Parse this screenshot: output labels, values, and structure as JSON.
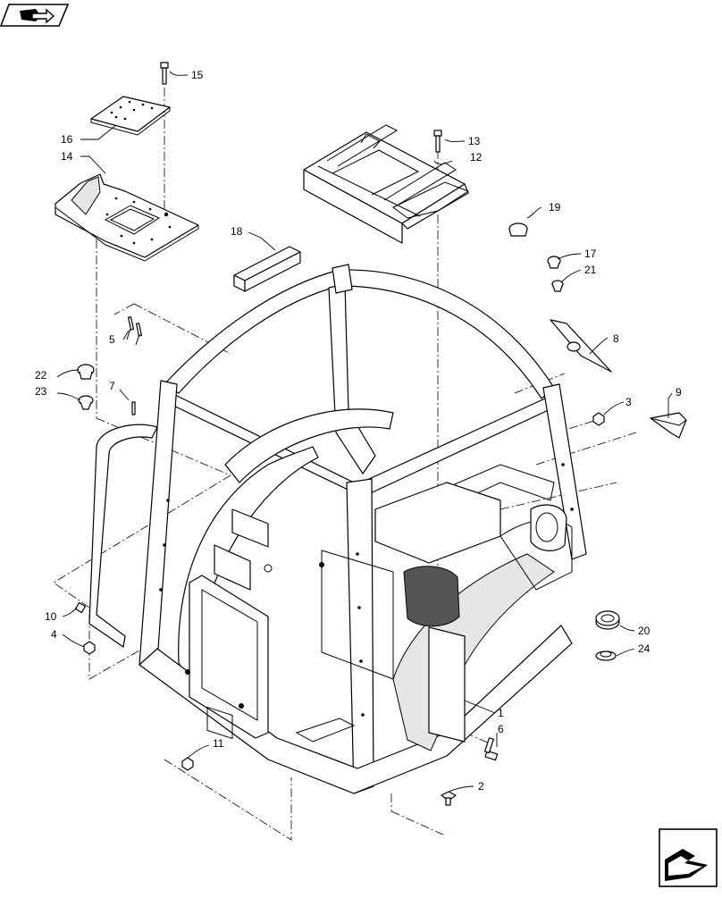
{
  "callouts": [
    {
      "id": "c1",
      "num": "1"
    },
    {
      "id": "c2",
      "num": "2"
    },
    {
      "id": "c3",
      "num": "3"
    },
    {
      "id": "c4",
      "num": "4"
    },
    {
      "id": "c5",
      "num": "5"
    },
    {
      "id": "c6",
      "num": "6"
    },
    {
      "id": "c7",
      "num": "7"
    },
    {
      "id": "c8",
      "num": "8"
    },
    {
      "id": "c9",
      "num": "9"
    },
    {
      "id": "c10",
      "num": "10"
    },
    {
      "id": "c11",
      "num": "11"
    },
    {
      "id": "c12",
      "num": "12"
    },
    {
      "id": "c13",
      "num": "13"
    },
    {
      "id": "c14",
      "num": "14"
    },
    {
      "id": "c15",
      "num": "15"
    },
    {
      "id": "c16",
      "num": "16"
    },
    {
      "id": "c17",
      "num": "17"
    },
    {
      "id": "c18",
      "num": "18"
    },
    {
      "id": "c19",
      "num": "19"
    },
    {
      "id": "c20",
      "num": "20"
    },
    {
      "id": "c21",
      "num": "21"
    },
    {
      "id": "c22",
      "num": "22"
    },
    {
      "id": "c23",
      "num": "23"
    },
    {
      "id": "c24",
      "num": "24"
    }
  ],
  "icons": {
    "top_left": "book-arrow-icon",
    "bottom_right": "next-page-arrow-icon"
  }
}
